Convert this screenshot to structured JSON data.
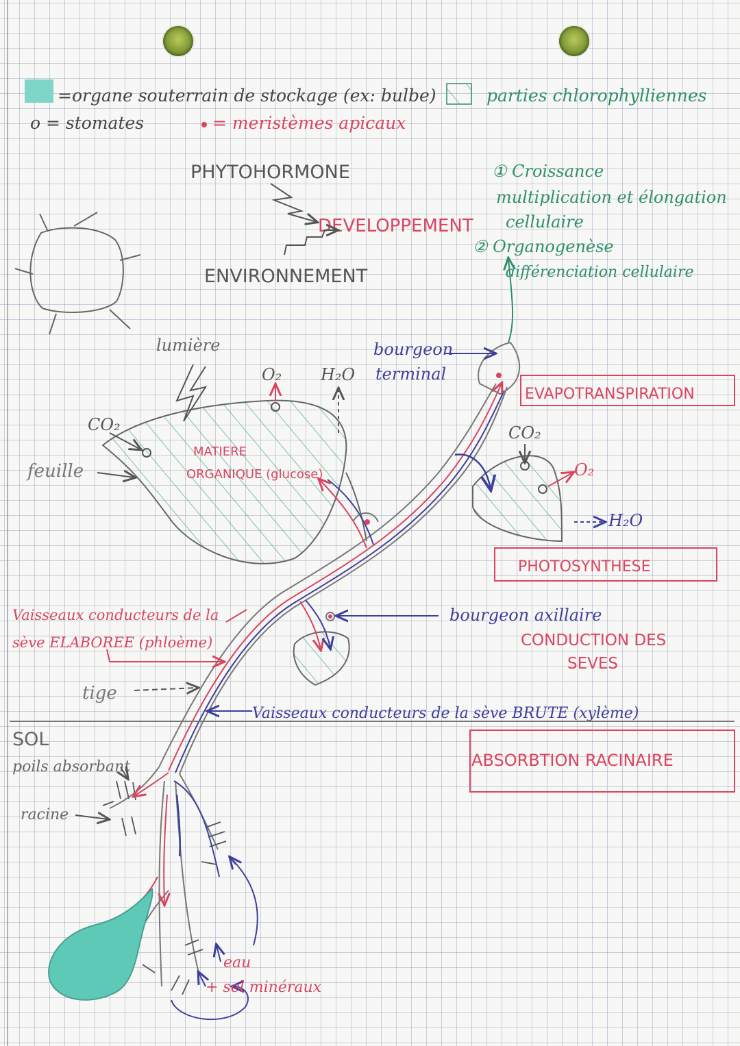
{
  "legend": {
    "storage_organ": "=organe souterrain de stockage (ex: bulbe)",
    "chlorophyll_parts": "parties chlorophylliennes",
    "stomata": "o = stomates",
    "apical_meristems": "= meristèmes apicaux"
  },
  "hormones": {
    "phytohormone": "PHYTOHORMONE",
    "developpement": "DEVELOPPEMENT",
    "environnement": "ENVIRONNEMENT"
  },
  "development_notes": {
    "line1": "① Croissance",
    "line2": "multiplication et élongation",
    "line3": "cellulaire",
    "line4": "② Organogenèse",
    "line5": "différenciation cellulaire"
  },
  "labels": {
    "lumiere": "lumière",
    "o2": "O₂",
    "h2o": "H₂O",
    "co2_left": "CO₂",
    "feuille": "feuille",
    "matiere1": "MATIERE",
    "matiere2": "ORGANIQUE (glucose)",
    "bourgeon_terminal1": "bourgeon",
    "bourgeon_terminal2": "terminal",
    "evapotranspiration": "EVAPOTRANSPIRATION",
    "co2_right": "CO₂",
    "o2_right": "O₂",
    "h2o_right": "H₂O",
    "photosynthese": "PHOTOSYNTHESE",
    "phloeme1": "Vaisseaux conducteurs de la",
    "phloeme2": "sève ELABOREE (phloème)",
    "bourgeon_axillaire": "bourgeon axillaire",
    "conduction1": "CONDUCTION DES",
    "conduction2": "SEVES",
    "tige": "tige",
    "xyleme": "Vaisseaux conducteurs de la sève BRUTE (xylème)",
    "sol": "SOL",
    "poils": "poils absorbant",
    "racine": "racine",
    "absorption": "ABSORBTION RACINAIRE",
    "eau": "eau",
    "sel": "+ sel minéraux"
  },
  "colors": {
    "pencil": "#5a5a5a",
    "red": "#d9455f",
    "blue": "#3d3f9c",
    "green": "#2f8f6a",
    "teal": "#5fc9b8",
    "hatch": "#3fa28a"
  }
}
